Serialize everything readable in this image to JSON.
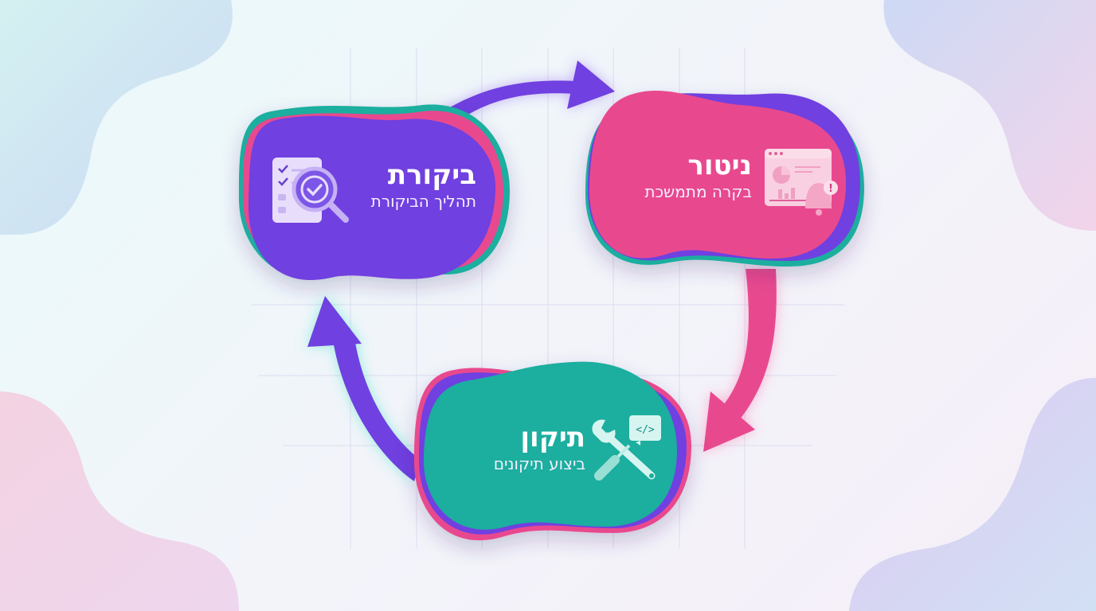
{
  "diagram": {
    "type": "cycle",
    "direction": "clockwise",
    "colors": {
      "purple": "#7040e0",
      "pink": "#e84a8e",
      "teal": "#1aae9f",
      "background": "#f2f5fa"
    },
    "nodes": [
      {
        "id": "audit",
        "title": "ביקורת",
        "subtitle": "תהליך הביקורת",
        "icon": "checklist-magnifier-icon",
        "color": "#7040e0"
      },
      {
        "id": "monitoring",
        "title": "ניטור",
        "subtitle": "בקרה מתמשכת",
        "icon": "dashboard-alert-bell-icon",
        "color": "#e84a8e"
      },
      {
        "id": "fix",
        "title": "תיקון",
        "subtitle": "ביצוע תיקונים",
        "icon": "wrench-screwdriver-code-icon",
        "color": "#1aae9f"
      }
    ],
    "edges": [
      {
        "from": "audit",
        "to": "monitoring",
        "color": "#7040e0"
      },
      {
        "from": "monitoring",
        "to": "fix",
        "color": "#e84a8e"
      },
      {
        "from": "fix",
        "to": "audit",
        "color": "#7040e0"
      }
    ]
  }
}
